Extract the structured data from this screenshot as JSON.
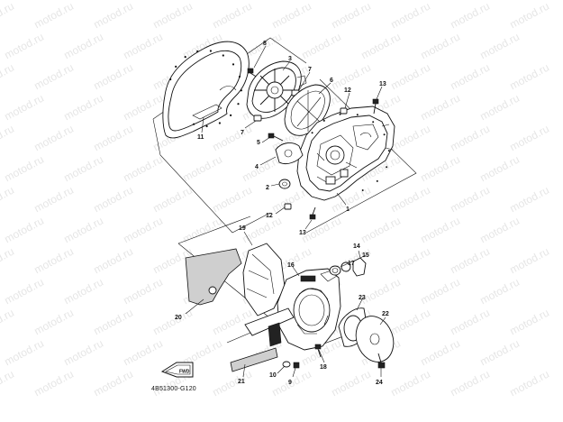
{
  "watermark": "motod.ru",
  "diagram_code": "4B51300-G120",
  "fwd_label": "FWD",
  "callouts": {
    "c1": "1",
    "c2": "2",
    "c3": "3",
    "c4": "4",
    "c5": "5",
    "c6": "6",
    "c7a": "7",
    "c7b": "7",
    "c8": "8",
    "c9": "9",
    "c10": "10",
    "c11": "11",
    "c12a": "12",
    "c12b": "12",
    "c13a": "13",
    "c13b": "13",
    "c14": "14",
    "c15": "15",
    "c16": "16",
    "c17": "17",
    "c18": "18",
    "c19": "19",
    "c20": "20",
    "c21": "21",
    "c22": "22",
    "c23": "23",
    "c24": "24"
  }
}
